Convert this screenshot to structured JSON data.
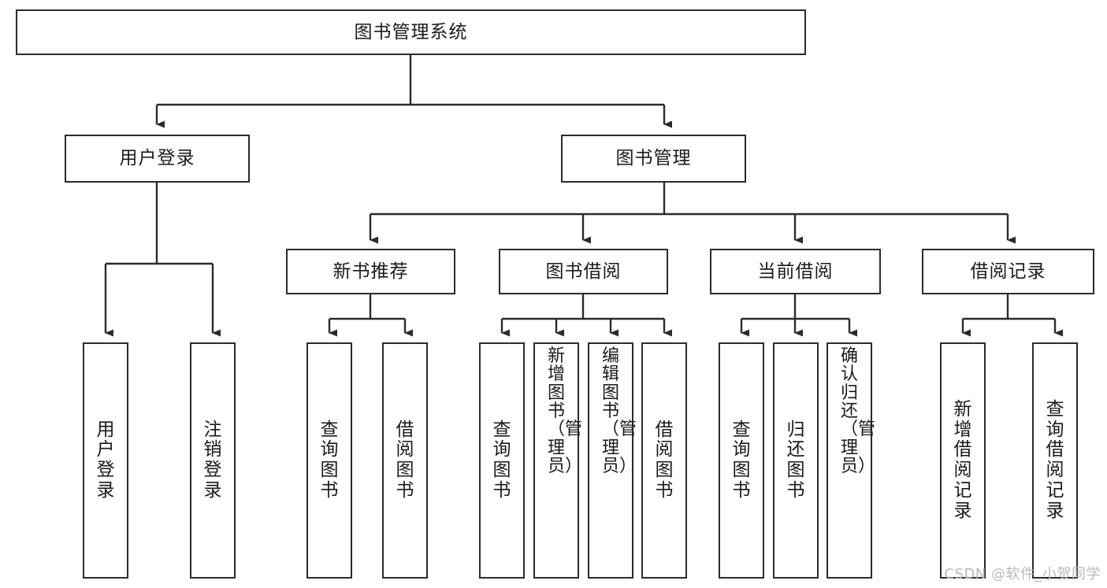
{
  "diagram": {
    "type": "tree-hierarchy",
    "title": "图书管理系统",
    "watermark": "CSDN @软件_小贺同学",
    "colors": {
      "stroke": "#2b2b2b",
      "fill": "#ffffff",
      "text": "#1a1a1a",
      "watermark": "#b9b9b9"
    },
    "nodes": {
      "root": {
        "label": "图书管理系统"
      },
      "level2": [
        {
          "id": "user-login",
          "label": "用户登录"
        },
        {
          "id": "book-manage",
          "label": "图书管理"
        }
      ],
      "level3": [
        {
          "id": "new-book-recommend",
          "label": "新书推荐"
        },
        {
          "id": "book-borrow",
          "label": "图书借阅"
        },
        {
          "id": "current-borrow",
          "label": "当前借阅"
        },
        {
          "id": "borrow-record",
          "label": "借阅记录"
        }
      ],
      "leaves": {
        "user-login": [
          {
            "id": "leaf-user-login",
            "label": "用户登录"
          },
          {
            "id": "leaf-logout-login",
            "label": "注销登录"
          }
        ],
        "new-book-recommend": [
          {
            "id": "leaf-query-book-1",
            "label": "查询图书"
          },
          {
            "id": "leaf-borrow-book-1",
            "label": "借阅图书"
          }
        ],
        "book-borrow": [
          {
            "id": "leaf-query-book-2",
            "label": "查询图书"
          },
          {
            "id": "leaf-add-book-admin",
            "label": "新增图书（管理员）"
          },
          {
            "id": "leaf-edit-book-admin",
            "label": "编辑图书（管理员）"
          },
          {
            "id": "leaf-borrow-book-2",
            "label": "借阅图书"
          }
        ],
        "current-borrow": [
          {
            "id": "leaf-query-book-3",
            "label": "查询图书"
          },
          {
            "id": "leaf-return-book",
            "label": "归还图书"
          },
          {
            "id": "leaf-confirm-return-admin",
            "label": "确认归还（管理员）"
          }
        ],
        "borrow-record": [
          {
            "id": "leaf-add-borrow-record",
            "label": "新增借阅记录"
          },
          {
            "id": "leaf-query-borrow-record",
            "label": "查询借阅记录"
          }
        ]
      }
    }
  }
}
